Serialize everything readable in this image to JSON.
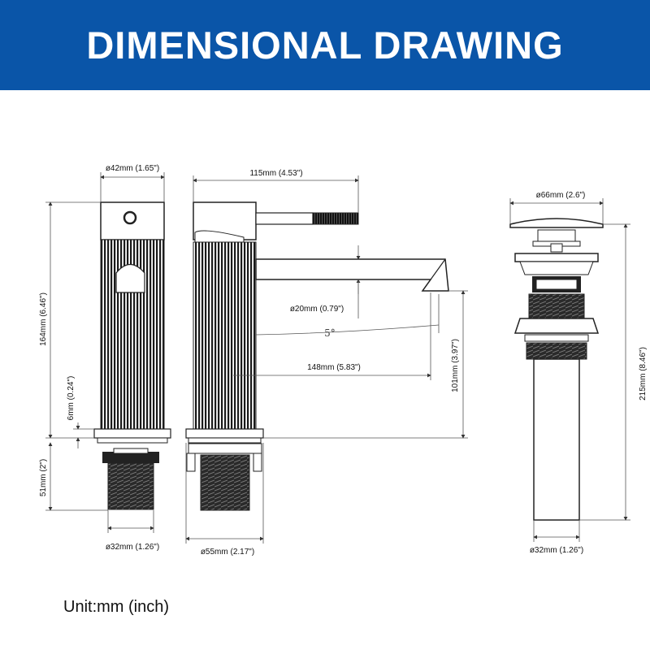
{
  "banner": {
    "title": "DIMENSIONAL DRAWING",
    "color": "#0a55a8"
  },
  "dimensions": {
    "handle_diameter": "ø42mm (1.65\")",
    "reach_top": "115mm (4.53\")",
    "spout_diameter": "ø20mm (0.79\")",
    "spout_angle": "5°",
    "spout_reach": "148mm (5.83\")",
    "spout_height": "101mm (3.97\")",
    "body_height": "164mm (6.46\")",
    "base_thickness": "6mm (0.24\")",
    "shank_length": "51mm (2\")",
    "shank_diameter": "ø32mm (1.26\")",
    "base_diameter": "ø55mm (2.17\")",
    "drain_cap_diameter": "ø66mm (2.6\")",
    "drain_height": "215mm (8.46\")",
    "drain_tail_diameter": "ø32mm (1.26\")"
  },
  "unit_note": "Unit:mm (inch)"
}
